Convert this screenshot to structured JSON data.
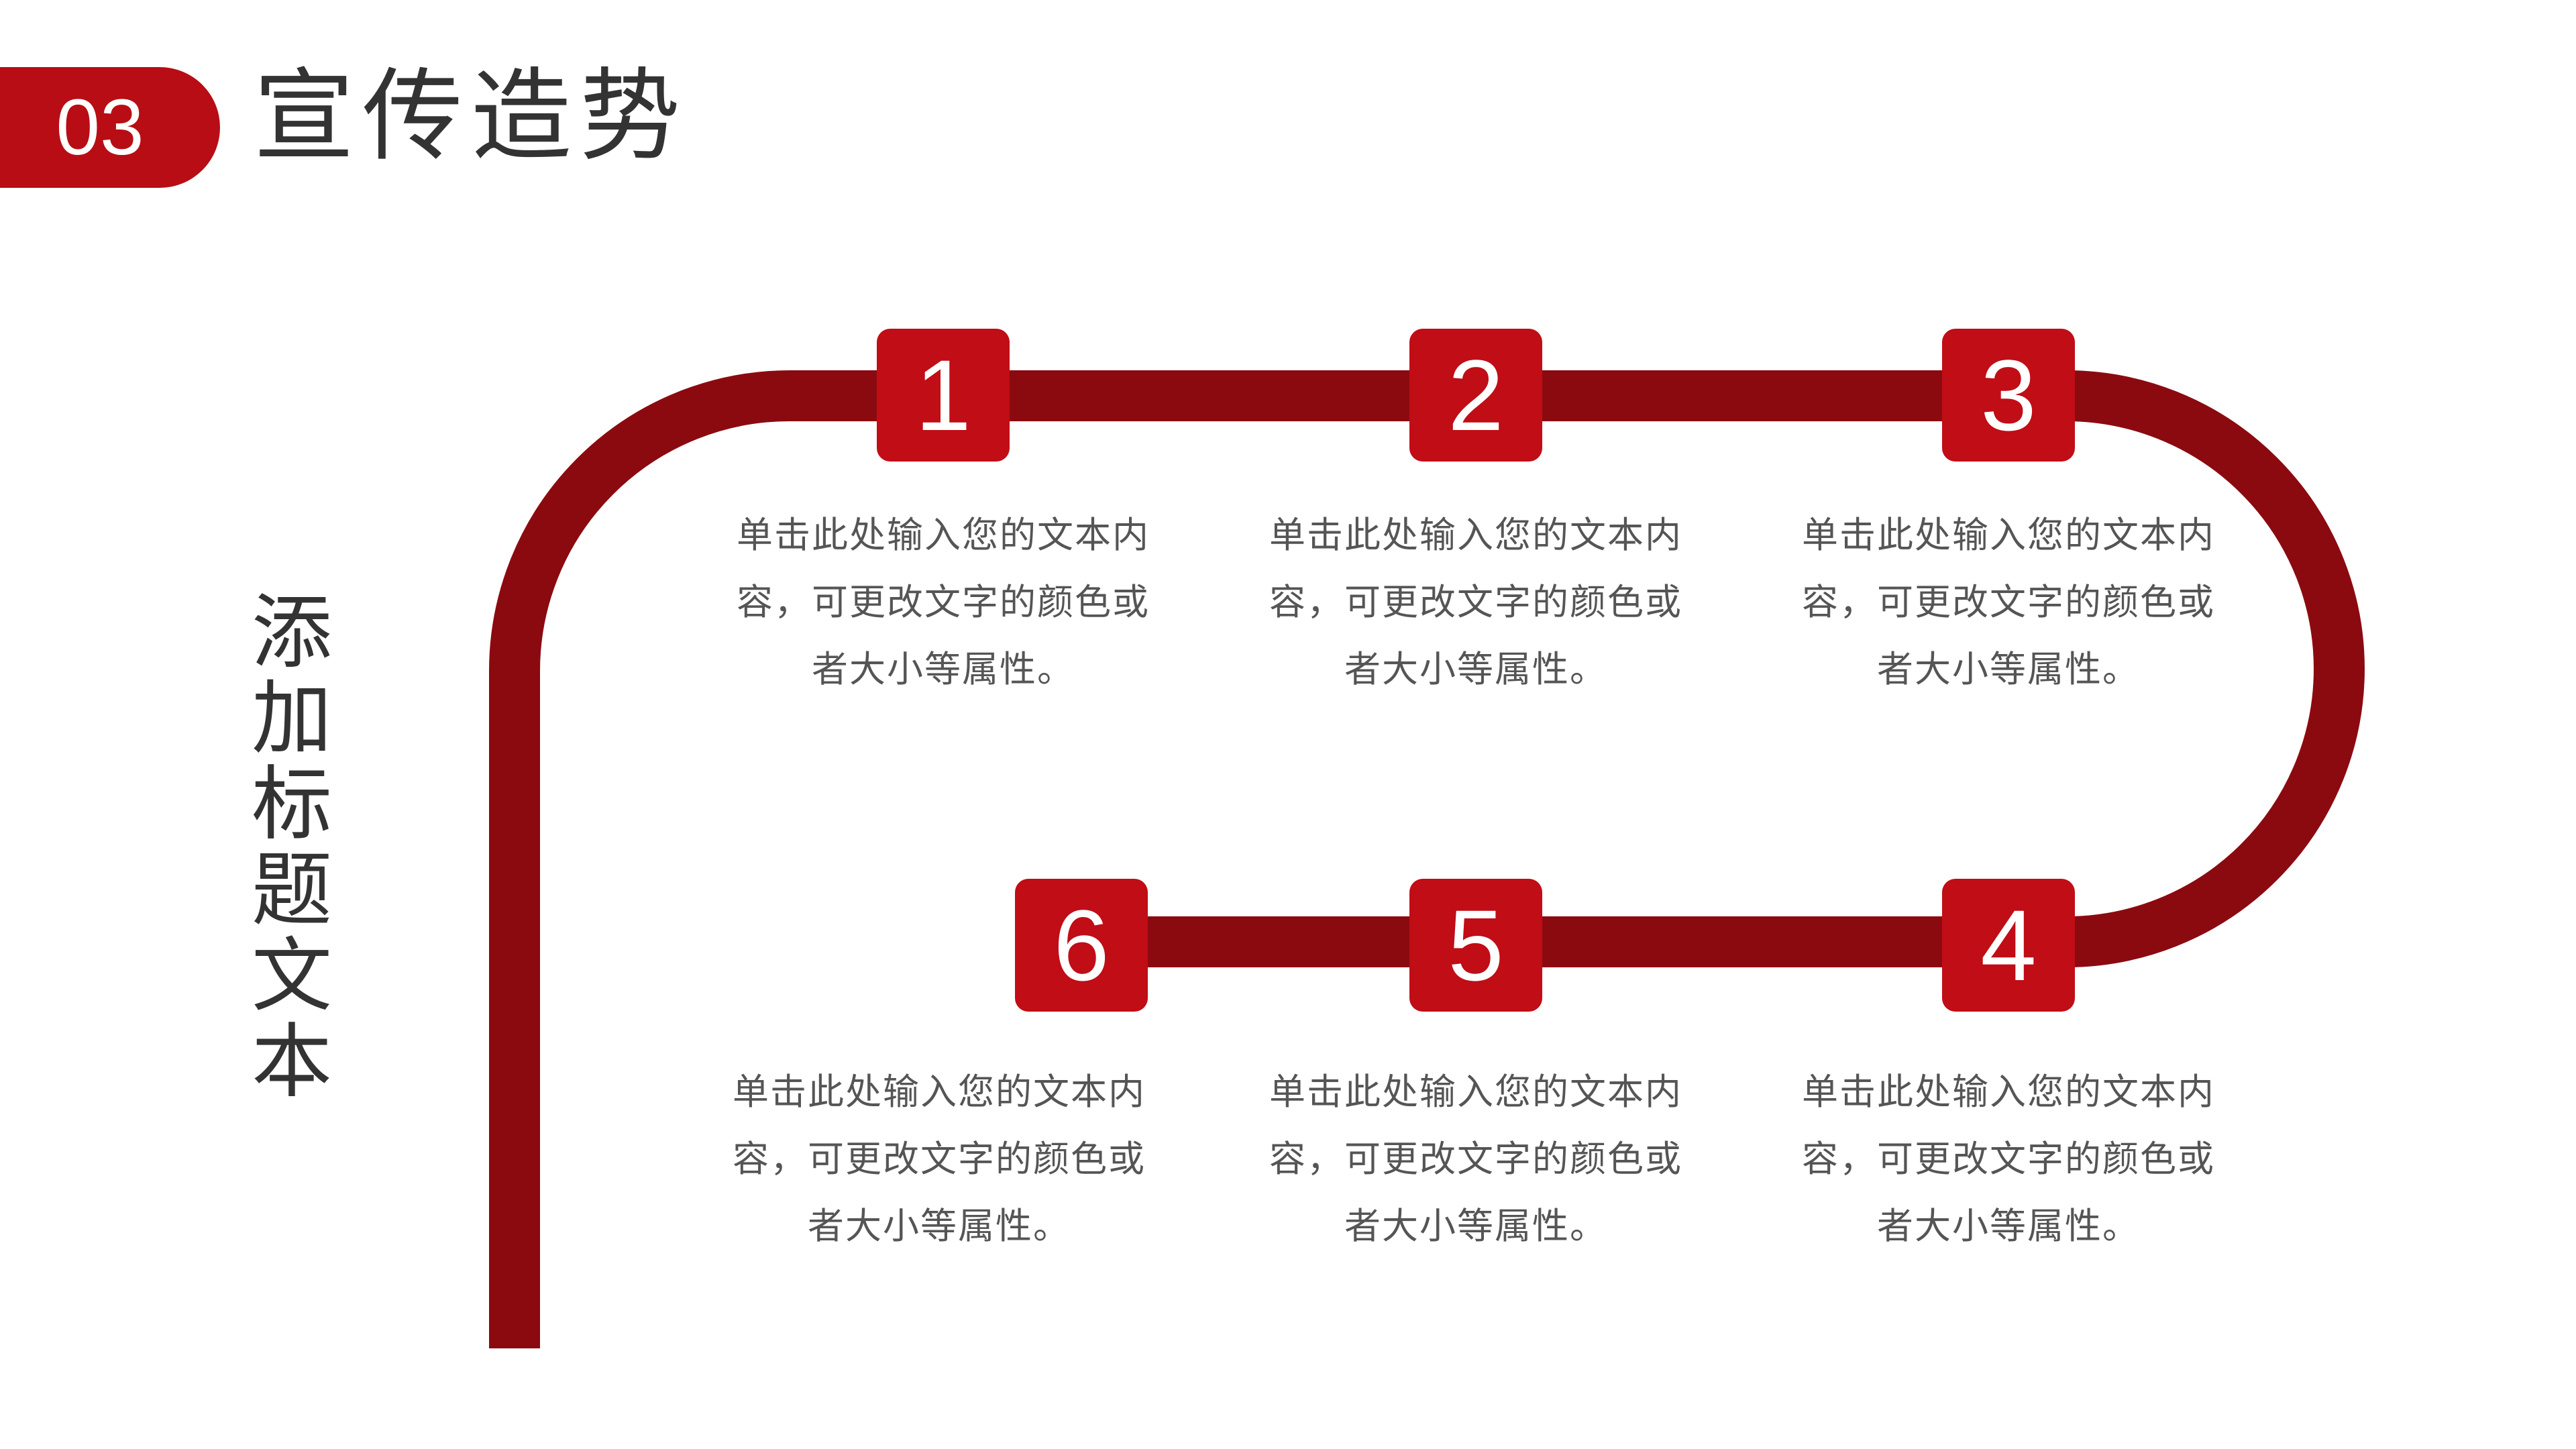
{
  "header": {
    "section_number": "03",
    "section_title": "宣传造势"
  },
  "vertical_title": "添加标题文本",
  "steps": [
    {
      "number": "1",
      "text": "单击此处输入您的文本内容，可更改文字的颜色或者大小等属性。"
    },
    {
      "number": "2",
      "text": "单击此处输入您的文本内容，可更改文字的颜色或者大小等属性。"
    },
    {
      "number": "3",
      "text": "单击此处输入您的文本内容，可更改文字的颜色或者大小等属性。"
    },
    {
      "number": "4",
      "text": "单击此处输入您的文本内容，可更改文字的颜色或者大小等属性。"
    },
    {
      "number": "5",
      "text": "单击此处输入您的文本内容，可更改文字的颜色或者大小等属性。"
    },
    {
      "number": "6",
      "text": "单击此处输入您的文本内容，可更改文字的颜色或者大小等属性。"
    }
  ],
  "colors": {
    "accent": "#b80d15",
    "path": "#8b0a10",
    "badge": "#c00d16",
    "text": "#555555"
  }
}
